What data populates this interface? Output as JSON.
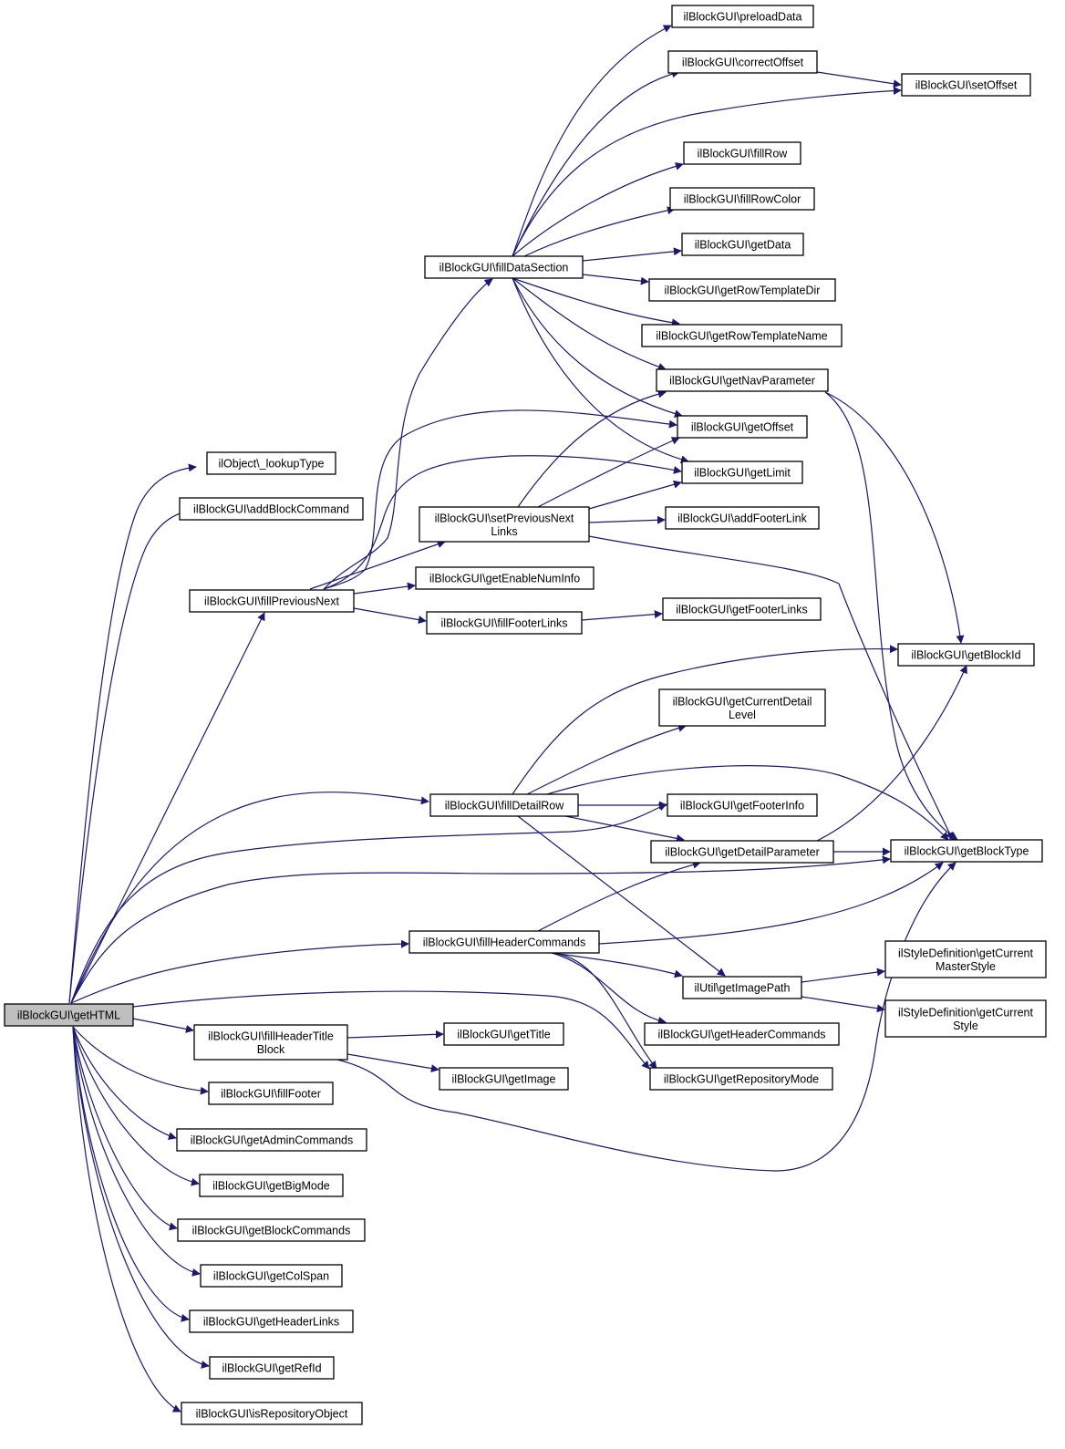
{
  "colors": {
    "edge": "#191970",
    "node_border": "#000000",
    "root_fill": "#bfbfbf",
    "node_fill": "#ffffff"
  },
  "nodes": [
    {
      "id": "getHTML",
      "lines": [
        "ilBlockGUI\\getHTML"
      ]
    },
    {
      "id": "lookupType",
      "lines": [
        "ilObject\\_lookupType"
      ]
    },
    {
      "id": "addBlockCommand",
      "lines": [
        "ilBlockGUI\\addBlockCommand"
      ]
    },
    {
      "id": "fillPreviousNext",
      "lines": [
        "ilBlockGUI\\fillPreviousNext"
      ]
    },
    {
      "id": "fillDetailRow",
      "lines": [
        "ilBlockGUI\\fillDetailRow"
      ]
    },
    {
      "id": "fillHeaderCommands",
      "lines": [
        "ilBlockGUI\\fillHeaderCommands"
      ]
    },
    {
      "id": "fillHeaderTitleBlock",
      "lines": [
        "ilBlockGUI\\fillHeaderTitle",
        "Block"
      ]
    },
    {
      "id": "fillFooter",
      "lines": [
        "ilBlockGUI\\fillFooter"
      ]
    },
    {
      "id": "getAdminCommands",
      "lines": [
        "ilBlockGUI\\getAdminCommands"
      ]
    },
    {
      "id": "getBigMode",
      "lines": [
        "ilBlockGUI\\getBigMode"
      ]
    },
    {
      "id": "getBlockCommands",
      "lines": [
        "ilBlockGUI\\getBlockCommands"
      ]
    },
    {
      "id": "getColSpan",
      "lines": [
        "ilBlockGUI\\getColSpan"
      ]
    },
    {
      "id": "getHeaderLinks",
      "lines": [
        "ilBlockGUI\\getHeaderLinks"
      ]
    },
    {
      "id": "getRefId",
      "lines": [
        "ilBlockGUI\\getRefId"
      ]
    },
    {
      "id": "isRepositoryObject",
      "lines": [
        "ilBlockGUI\\isRepositoryObject"
      ]
    },
    {
      "id": "fillDataSection",
      "lines": [
        "ilBlockGUI\\fillDataSection"
      ]
    },
    {
      "id": "setPreviousNextLinks",
      "lines": [
        "ilBlockGUI\\setPreviousNext",
        "Links"
      ]
    },
    {
      "id": "getEnableNumInfo",
      "lines": [
        "ilBlockGUI\\getEnableNumInfo"
      ]
    },
    {
      "id": "fillFooterLinks",
      "lines": [
        "ilBlockGUI\\fillFooterLinks"
      ]
    },
    {
      "id": "getTitle",
      "lines": [
        "ilBlockGUI\\getTitle"
      ]
    },
    {
      "id": "getImage",
      "lines": [
        "ilBlockGUI\\getImage"
      ]
    },
    {
      "id": "preloadData",
      "lines": [
        "ilBlockGUI\\preloadData"
      ]
    },
    {
      "id": "correctOffset",
      "lines": [
        "ilBlockGUI\\correctOffset"
      ]
    },
    {
      "id": "fillRow",
      "lines": [
        "ilBlockGUI\\fillRow"
      ]
    },
    {
      "id": "fillRowColor",
      "lines": [
        "ilBlockGUI\\fillRowColor"
      ]
    },
    {
      "id": "getData",
      "lines": [
        "ilBlockGUI\\getData"
      ]
    },
    {
      "id": "getRowTemplateDir",
      "lines": [
        "ilBlockGUI\\getRowTemplateDir"
      ]
    },
    {
      "id": "getRowTemplateName",
      "lines": [
        "ilBlockGUI\\getRowTemplateName"
      ]
    },
    {
      "id": "getNavParameter",
      "lines": [
        "ilBlockGUI\\getNavParameter"
      ]
    },
    {
      "id": "getOffset",
      "lines": [
        "ilBlockGUI\\getOffset"
      ]
    },
    {
      "id": "getLimit",
      "lines": [
        "ilBlockGUI\\getLimit"
      ]
    },
    {
      "id": "addFooterLink",
      "lines": [
        "ilBlockGUI\\addFooterLink"
      ]
    },
    {
      "id": "getFooterLinks",
      "lines": [
        "ilBlockGUI\\getFooterLinks"
      ]
    },
    {
      "id": "getCurrentDetailLevel",
      "lines": [
        "ilBlockGUI\\getCurrentDetail",
        "Level"
      ]
    },
    {
      "id": "getFooterInfo",
      "lines": [
        "ilBlockGUI\\getFooterInfo"
      ]
    },
    {
      "id": "getDetailParameter",
      "lines": [
        "ilBlockGUI\\getDetailParameter"
      ]
    },
    {
      "id": "getImagePath",
      "lines": [
        "ilUtil\\getImagePath"
      ]
    },
    {
      "id": "getHeaderCommands",
      "lines": [
        "ilBlockGUI\\getHeaderCommands"
      ]
    },
    {
      "id": "getRepositoryMode",
      "lines": [
        "ilBlockGUI\\getRepositoryMode"
      ]
    },
    {
      "id": "setOffset",
      "lines": [
        "ilBlockGUI\\setOffset"
      ]
    },
    {
      "id": "getBlockId",
      "lines": [
        "ilBlockGUI\\getBlockId"
      ]
    },
    {
      "id": "getBlockType",
      "lines": [
        "ilBlockGUI\\getBlockType"
      ]
    },
    {
      "id": "getCurrentMasterStyle",
      "lines": [
        "ilStyleDefinition\\getCurrent",
        "MasterStyle"
      ]
    },
    {
      "id": "getCurrentStyle",
      "lines": [
        "ilStyleDefinition\\getCurrent",
        "Style"
      ]
    }
  ],
  "edges": [
    {
      "from": "getHTML",
      "to": "lookupType"
    },
    {
      "from": "getHTML",
      "to": "addBlockCommand"
    },
    {
      "from": "getHTML",
      "to": "fillPreviousNext"
    },
    {
      "from": "getHTML",
      "to": "fillDetailRow"
    },
    {
      "from": "getHTML",
      "to": "getFooterInfo"
    },
    {
      "from": "getHTML",
      "to": "getBlockType"
    },
    {
      "from": "getHTML",
      "to": "fillHeaderCommands"
    },
    {
      "from": "getHTML",
      "to": "getRepositoryMode"
    },
    {
      "from": "getHTML",
      "to": "fillHeaderTitleBlock"
    },
    {
      "from": "getHTML",
      "to": "fillFooter"
    },
    {
      "from": "getHTML",
      "to": "getAdminCommands"
    },
    {
      "from": "getHTML",
      "to": "getBigMode"
    },
    {
      "from": "getHTML",
      "to": "getBlockCommands"
    },
    {
      "from": "getHTML",
      "to": "getColSpan"
    },
    {
      "from": "getHTML",
      "to": "getHeaderLinks"
    },
    {
      "from": "getHTML",
      "to": "getRefId"
    },
    {
      "from": "getHTML",
      "to": "isRepositoryObject"
    },
    {
      "from": "fillPreviousNext",
      "to": "fillDataSection"
    },
    {
      "from": "fillPreviousNext",
      "to": "getOffset"
    },
    {
      "from": "fillPreviousNext",
      "to": "getLimit"
    },
    {
      "from": "fillPreviousNext",
      "to": "setPreviousNextLinks"
    },
    {
      "from": "fillPreviousNext",
      "to": "getEnableNumInfo"
    },
    {
      "from": "fillPreviousNext",
      "to": "fillFooterLinks"
    },
    {
      "from": "fillDataSection",
      "to": "preloadData"
    },
    {
      "from": "fillDataSection",
      "to": "correctOffset"
    },
    {
      "from": "fillDataSection",
      "to": "setOffset"
    },
    {
      "from": "fillDataSection",
      "to": "fillRow"
    },
    {
      "from": "fillDataSection",
      "to": "fillRowColor"
    },
    {
      "from": "fillDataSection",
      "to": "getData"
    },
    {
      "from": "fillDataSection",
      "to": "getRowTemplateDir"
    },
    {
      "from": "fillDataSection",
      "to": "getRowTemplateName"
    },
    {
      "from": "fillDataSection",
      "to": "getNavParameter"
    },
    {
      "from": "fillDataSection",
      "to": "getOffset"
    },
    {
      "from": "fillDataSection",
      "to": "getLimit"
    },
    {
      "from": "correctOffset",
      "to": "setOffset"
    },
    {
      "from": "setPreviousNextLinks",
      "to": "getNavParameter"
    },
    {
      "from": "setPreviousNextLinks",
      "to": "getOffset"
    },
    {
      "from": "setPreviousNextLinks",
      "to": "getLimit"
    },
    {
      "from": "setPreviousNextLinks",
      "to": "addFooterLink"
    },
    {
      "from": "setPreviousNextLinks",
      "to": "getBlockType"
    },
    {
      "from": "getNavParameter",
      "to": "getBlockId"
    },
    {
      "from": "getNavParameter",
      "to": "getBlockType"
    },
    {
      "from": "fillFooterLinks",
      "to": "getFooterLinks"
    },
    {
      "from": "fillDetailRow",
      "to": "getBlockId"
    },
    {
      "from": "fillDetailRow",
      "to": "getCurrentDetailLevel"
    },
    {
      "from": "fillDetailRow",
      "to": "getBlockType"
    },
    {
      "from": "fillDetailRow",
      "to": "getFooterInfo"
    },
    {
      "from": "fillDetailRow",
      "to": "getDetailParameter"
    },
    {
      "from": "fillDetailRow",
      "to": "getImagePath"
    },
    {
      "from": "getDetailParameter",
      "to": "getBlockId"
    },
    {
      "from": "getDetailParameter",
      "to": "getBlockType"
    },
    {
      "from": "fillHeaderCommands",
      "to": "getDetailParameter"
    },
    {
      "from": "fillHeaderCommands",
      "to": "getBlockType"
    },
    {
      "from": "fillHeaderCommands",
      "to": "getImagePath"
    },
    {
      "from": "fillHeaderCommands",
      "to": "getHeaderCommands"
    },
    {
      "from": "fillHeaderCommands",
      "to": "getRepositoryMode"
    },
    {
      "from": "getImagePath",
      "to": "getCurrentMasterStyle"
    },
    {
      "from": "getImagePath",
      "to": "getCurrentStyle"
    },
    {
      "from": "fillHeaderTitleBlock",
      "to": "getTitle"
    },
    {
      "from": "fillHeaderTitleBlock",
      "to": "getImage"
    },
    {
      "from": "fillHeaderTitleBlock",
      "to": "getBlockType"
    }
  ]
}
